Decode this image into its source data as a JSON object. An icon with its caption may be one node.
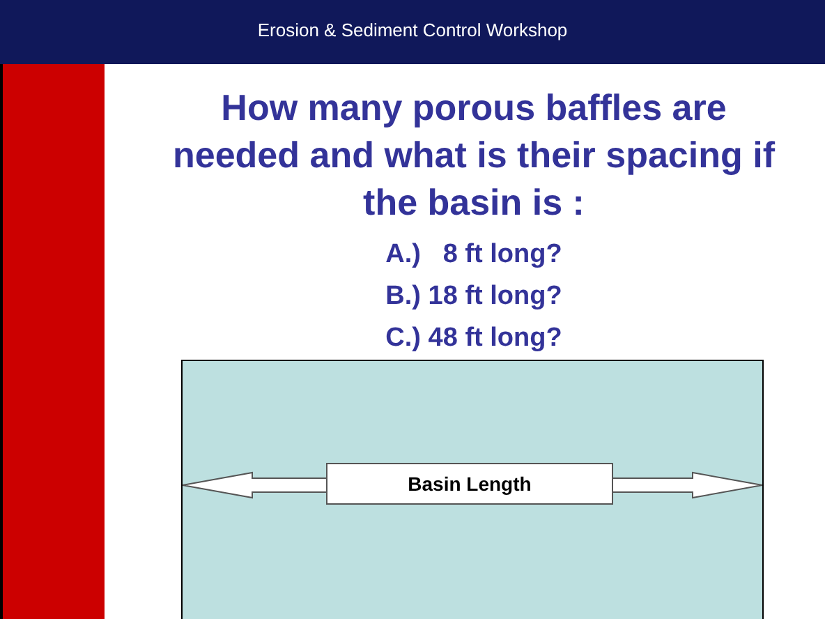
{
  "diagram": {
    "title": "How many porous baffles are needed and what is their spacing if the basin is :",
    "nodes": [
      {
        "text": [],
        "shape": "box"
      },
      {
        "text": [],
        "shape": "arrow",
        "in": 0
      },
      {
        "text": [
          "Basin Length"
        ],
        "in": 0
      }
    ],
    "edges": [],
    "labels": [
      "Erosion & Sediment Control Workshop",
      "A.)   8 ft long?",
      "B.) 18 ft long?",
      "C.) 48 ft long?"
    ]
  }
}
